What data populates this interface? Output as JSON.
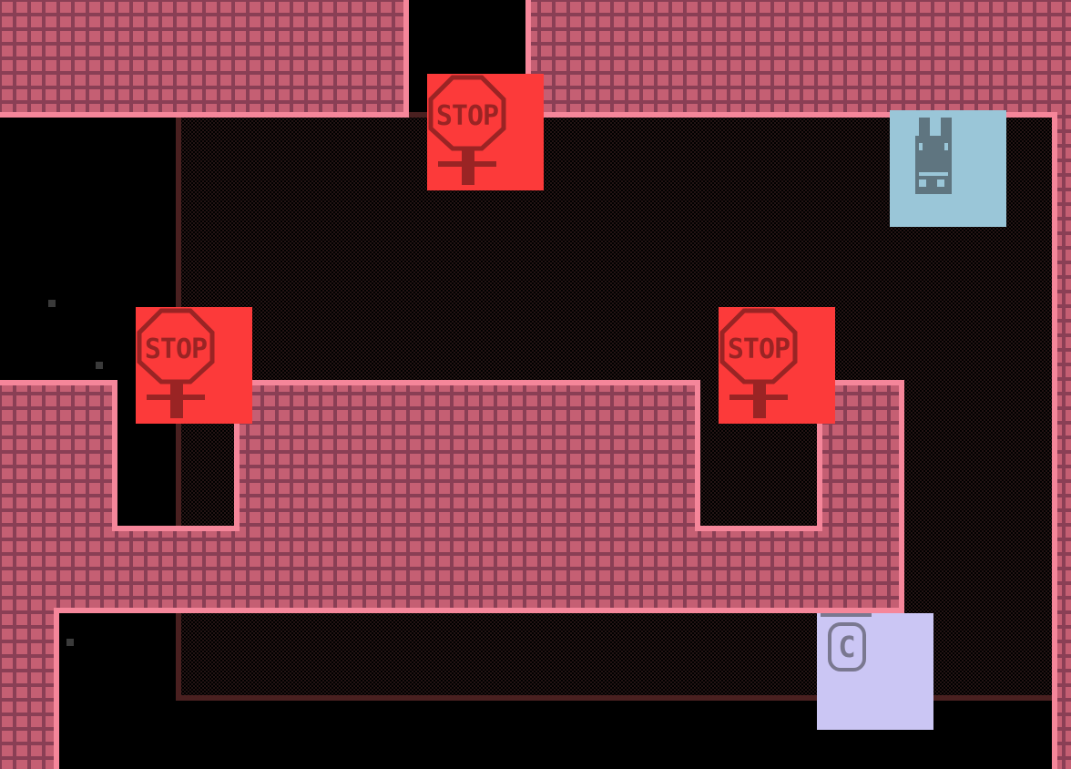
{
  "level": {
    "tiles": [
      {
        "type": "stop-sign",
        "label": "STOP"
      },
      {
        "type": "stop-sign",
        "label": "STOP"
      },
      {
        "type": "stop-sign",
        "label": "STOP"
      },
      {
        "type": "bunny-character"
      },
      {
        "type": "copyright-coin",
        "label": "C"
      }
    ]
  },
  "colors": {
    "brick": "#c55f73",
    "mortar": "#8a3f55",
    "wall_edge": "#f5869a",
    "floor_dark": "#241414",
    "stop_bg": "#fc3a3a",
    "stop_fg": "#9a2424",
    "bunny_bg": "#9ac6d8",
    "bunny_fg": "#5f7580",
    "coin_bg": "#cbc6f4",
    "coin_fg": "#7a7890"
  }
}
